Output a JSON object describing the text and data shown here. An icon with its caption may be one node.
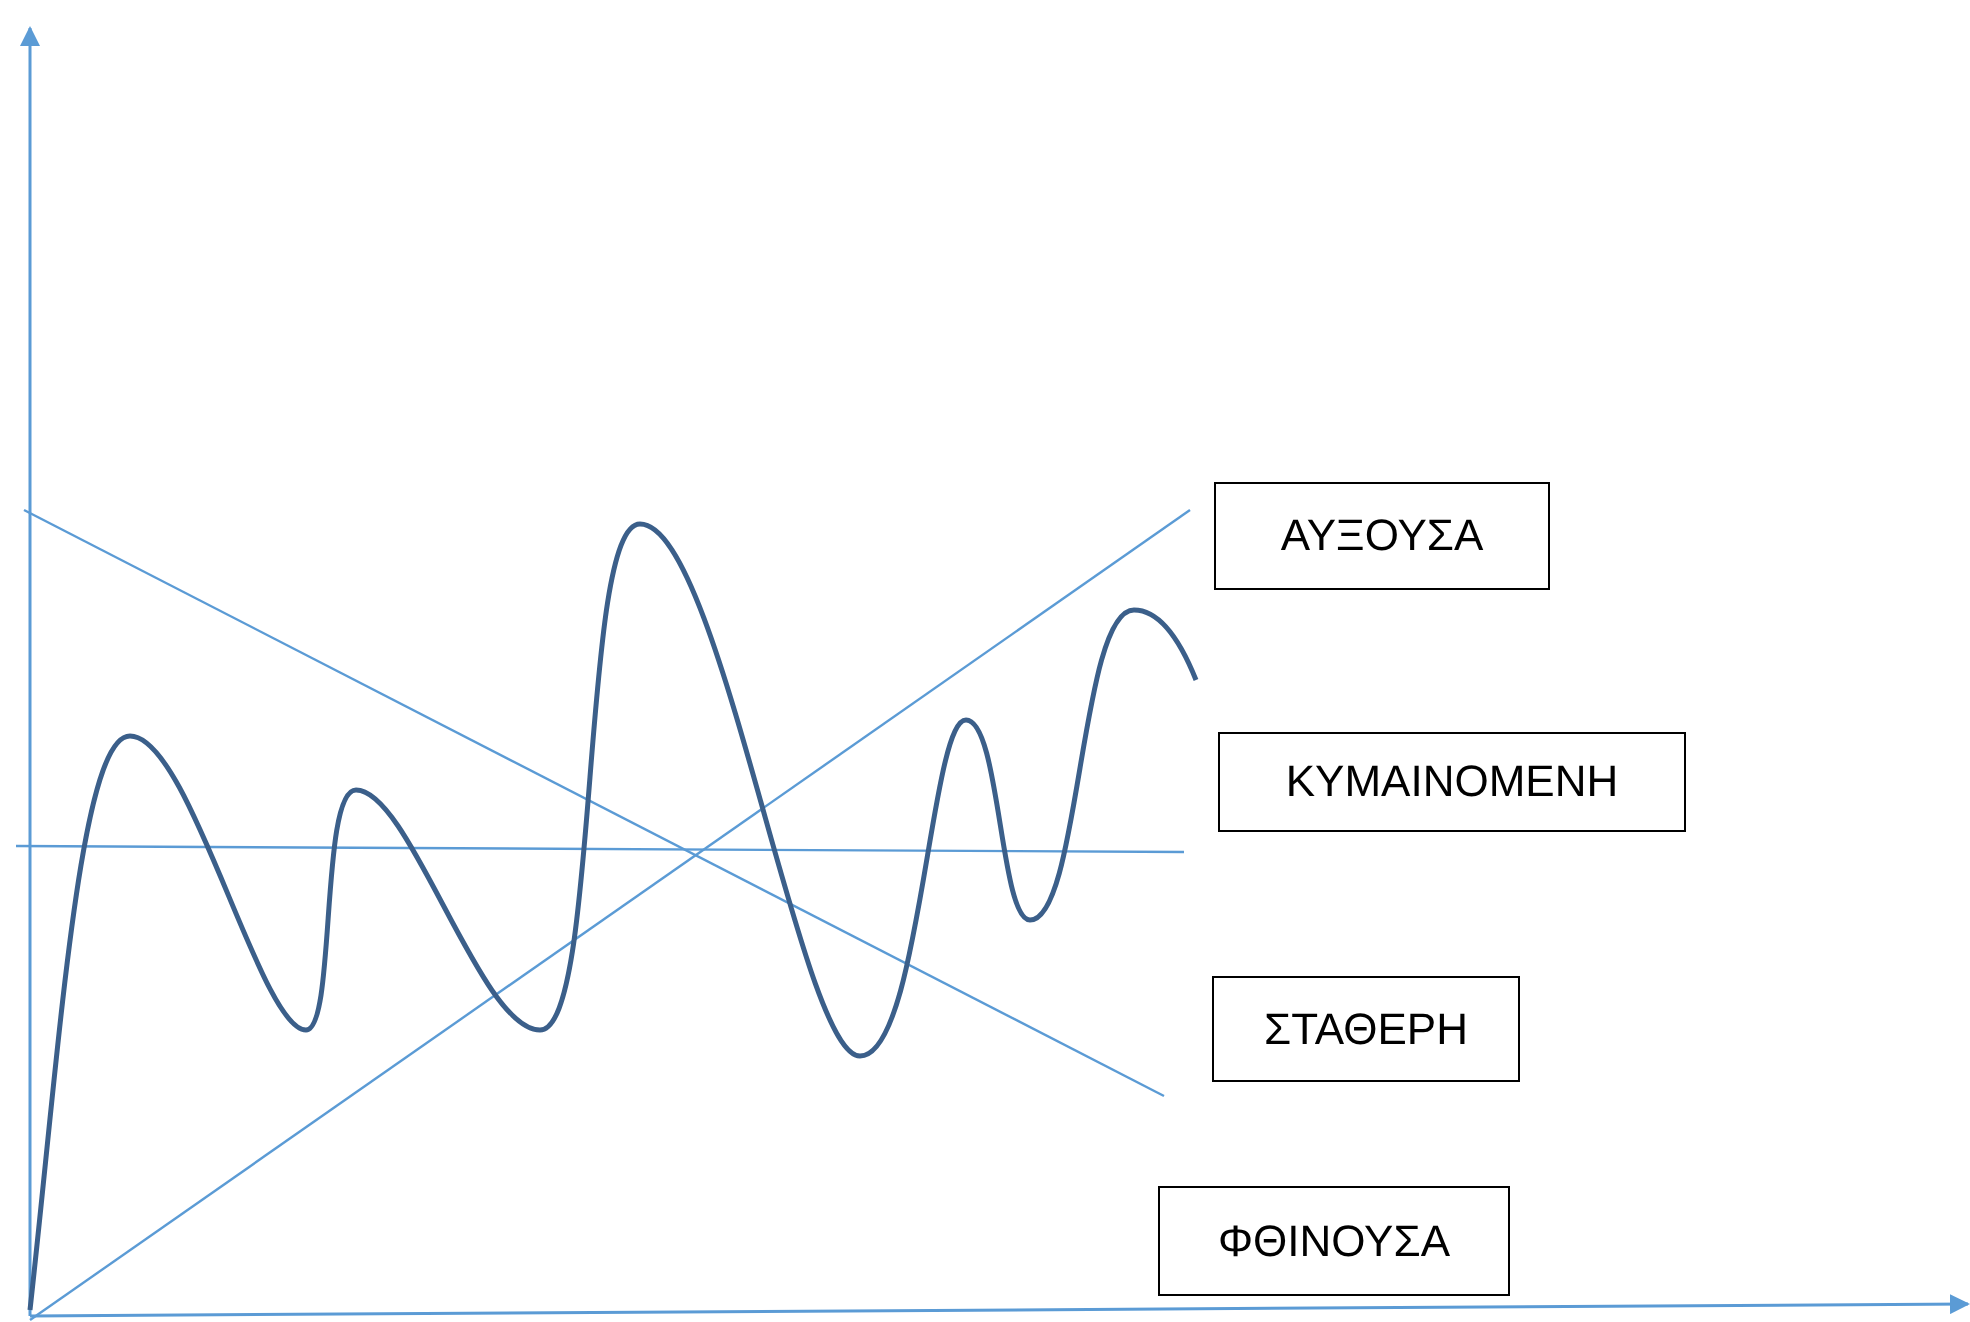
{
  "diagram": {
    "nodes": [
      {
        "text": [
          "ΑΥΞΟΥΣΑ"
        ]
      },
      {
        "text": [
          "ΚΥΜΑΙΝΟΜΕΝΗ"
        ]
      },
      {
        "text": [
          "ΣΤΑΘΕΡΗ"
        ]
      },
      {
        "text": [
          "ΦΘΙΝΟΥΣΑ"
        ]
      }
    ],
    "edges": []
  }
}
